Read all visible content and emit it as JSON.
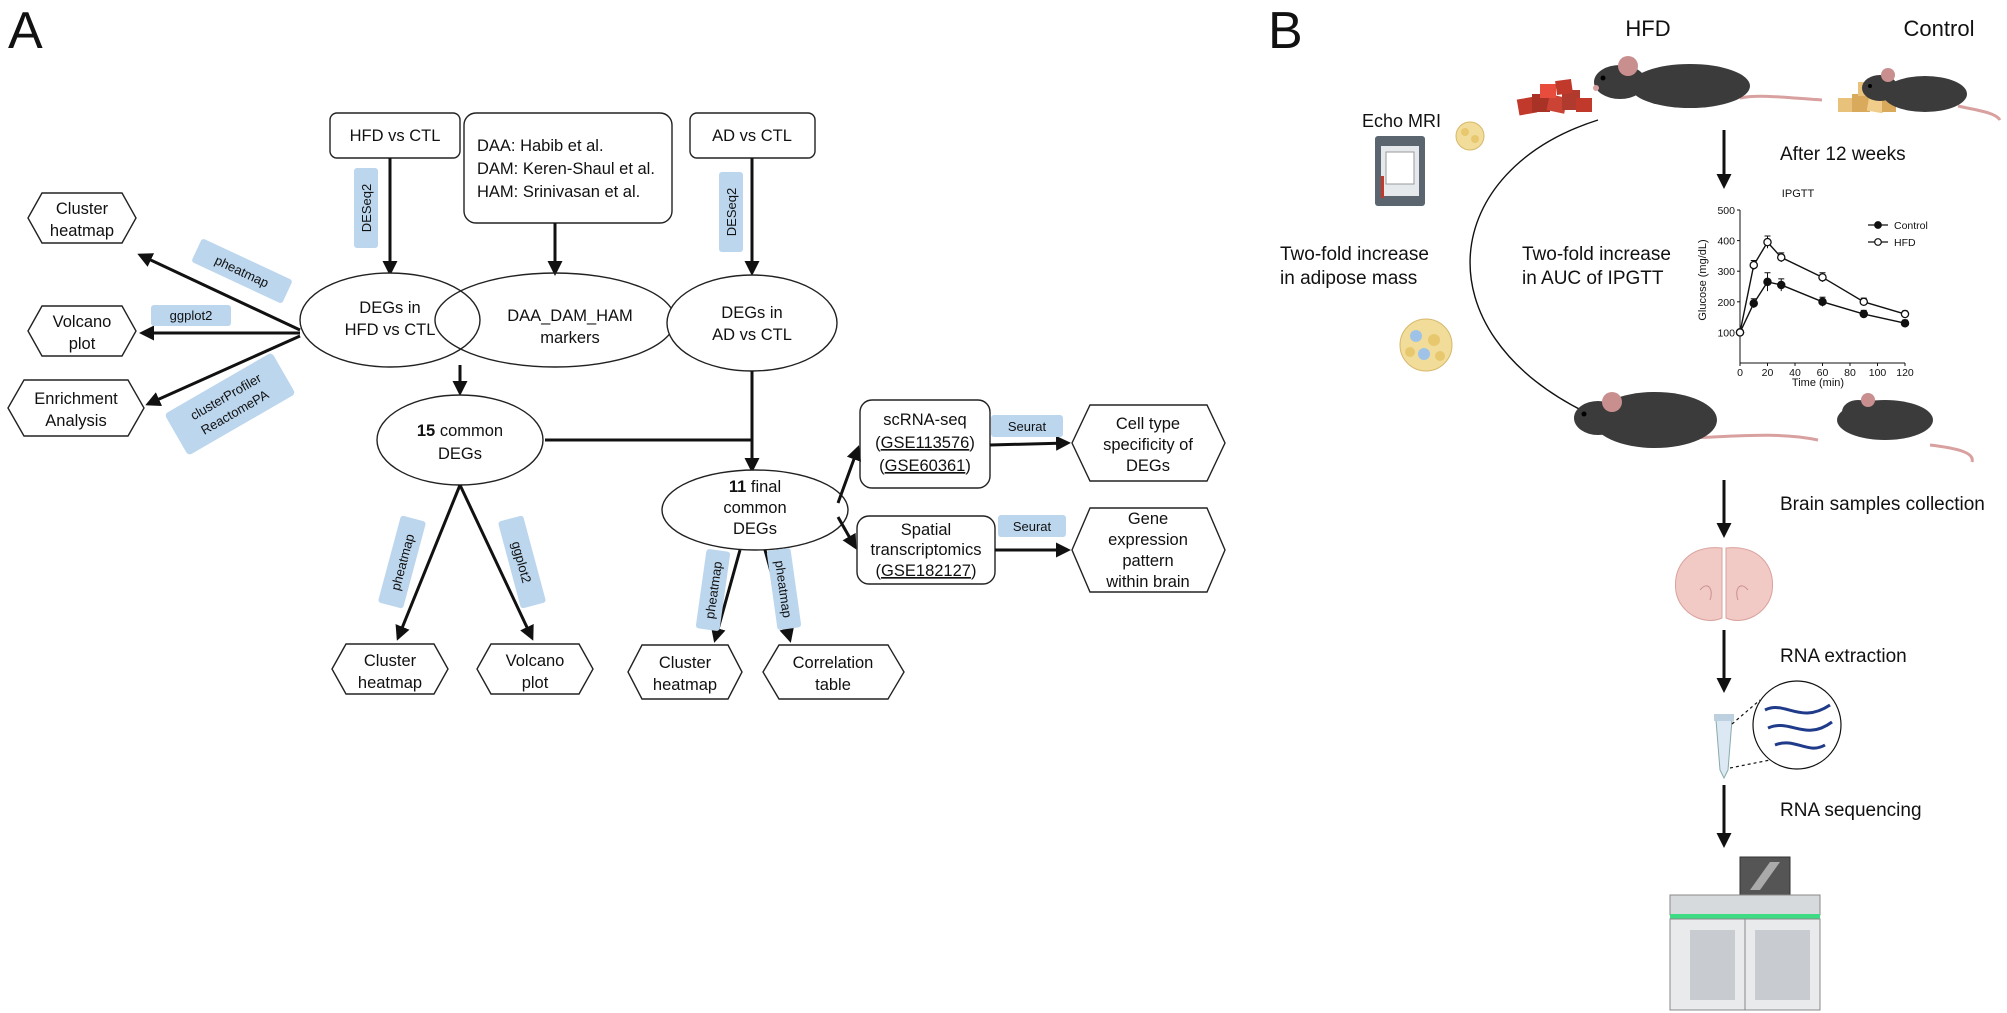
{
  "panelA": {
    "letter": "A",
    "comparisons": {
      "hfd_vs_ctl": "HFD vs CTL",
      "ad_vs_ctl": "AD vs CTL",
      "markers_source": [
        "DAA: Habib et al.",
        "DAM: Keren-Shaul et al.",
        "HAM: Srinivasan et al."
      ]
    },
    "tools": {
      "deseq2_left": "DESeq2",
      "deseq2_right": "DESeq2",
      "pheatmap_top": "pheatmap",
      "ggplot2_left": "ggplot2",
      "clusterprofiler": [
        "clusterProfiler",
        "ReactomePA"
      ],
      "pheatmap_mid": "pheatmap",
      "ggplot2_mid": "ggplot2",
      "pheatmap_r1": "pheatmap",
      "pheatmap_r2": "pheatmap",
      "seurat1": "Seurat",
      "seurat2": "Seurat"
    },
    "venn": {
      "left": [
        "DEGs in",
        "HFD vs CTL"
      ],
      "right": [
        "DAA_DAM_HAM",
        "markers"
      ]
    },
    "degs_ad": [
      "DEGs in",
      "AD vs CTL"
    ],
    "common": {
      "num": "15",
      "word": "common",
      "line2": "DEGs"
    },
    "final": {
      "num": "11",
      "word": "final",
      "line2": "common",
      "line3": "DEGs"
    },
    "outputs_left": {
      "cluster_heatmap": [
        "Cluster",
        "heatmap"
      ],
      "volcano": [
        "Volcano",
        "plot"
      ],
      "enrichment": [
        "Enrichment",
        "Analysis"
      ]
    },
    "outputs_mid": {
      "cluster_heatmap": [
        "Cluster",
        "heatmap"
      ],
      "volcano": [
        "Volcano",
        "plot"
      ]
    },
    "outputs_bottom_right": {
      "cluster_heatmap": [
        "Cluster",
        "heatmap"
      ],
      "correlation": [
        "Correlation",
        "table"
      ]
    },
    "scrna": {
      "title": "scRNA-seq",
      "acc1": "GSE113576",
      "acc2": "GSE60361"
    },
    "spatial": {
      "title1": "Spatial",
      "title2": "transcriptomics",
      "acc": "GSE182127"
    },
    "cell_type": [
      "Cell type",
      "specificity of",
      "DEGs"
    ],
    "gene_expr": [
      "Gene",
      "expression",
      "pattern",
      "within brain"
    ]
  },
  "panelB": {
    "letter": "B",
    "hfd": "HFD",
    "control": "Control",
    "echo_mri": "Echo MRI",
    "adipose": [
      "Two-fold increase",
      "in adipose mass"
    ],
    "auc": [
      "Two-fold increase",
      "in AUC of IPGTT"
    ],
    "steps": [
      "After 12 weeks",
      "Brain samples collection",
      "RNA extraction",
      "RNA sequencing"
    ]
  },
  "chart_data": {
    "type": "line",
    "title": "IPGTT",
    "xlabel": "Time (min)",
    "ylabel": "Glucose (mg/dL)",
    "xlim": [
      0,
      120
    ],
    "ylim": [
      0,
      500
    ],
    "xticks": [
      0,
      20,
      40,
      60,
      80,
      100,
      120
    ],
    "yticks": [
      100,
      200,
      300,
      400,
      500
    ],
    "grid": false,
    "legend_position": "top-right",
    "series": [
      {
        "name": "Control",
        "marker": "filled-circle",
        "x": [
          0,
          10,
          20,
          30,
          60,
          90,
          120
        ],
        "y": [
          100,
          195,
          265,
          255,
          200,
          160,
          130
        ],
        "err": [
          8,
          15,
          30,
          20,
          15,
          12,
          10
        ]
      },
      {
        "name": "HFD",
        "marker": "open-circle",
        "x": [
          0,
          10,
          20,
          30,
          60,
          90,
          120
        ],
        "y": [
          100,
          320,
          395,
          345,
          280,
          200,
          160
        ],
        "err": [
          8,
          15,
          20,
          15,
          15,
          12,
          10
        ]
      }
    ]
  },
  "colors": {
    "pill": "#bcd6ee",
    "mouse": "#3b3b3b",
    "tail": "#d9a0a0",
    "hfd_food": "#c0392b",
    "control_food": "#e8c27a",
    "brain": "#f1c9c5",
    "dna": "#1f3b8a",
    "sequencer_accent": "#3ddc84"
  }
}
